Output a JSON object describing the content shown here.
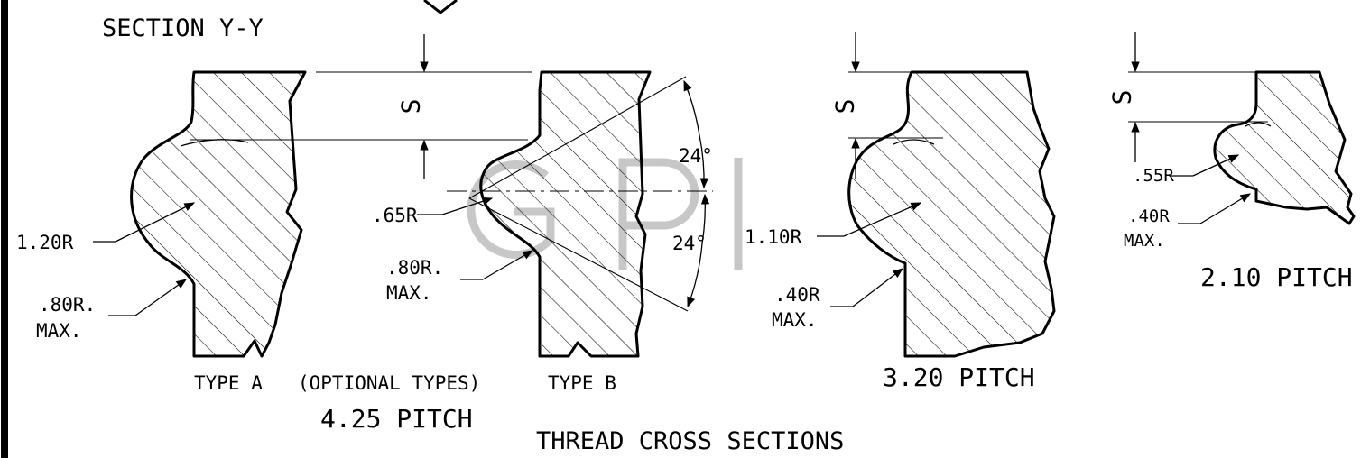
{
  "section_title": "SECTION Y-Y",
  "dimension_symbol": "S",
  "angle_label": "24°",
  "watermark": "GPI",
  "profiles": {
    "type_a": {
      "type_label": "TYPE A",
      "crest_radius": "1.20R",
      "root_radius_line1": ".80R.",
      "root_radius_line2": "MAX."
    },
    "optional_label": "(OPTIONAL TYPES)",
    "type_b": {
      "type_label": "TYPE B",
      "crest_radius": ".65R",
      "root_radius_line1": ".80R.",
      "root_radius_line2": "MAX."
    },
    "pitch_425": "4.25 PITCH",
    "pitch_320": {
      "pitch": "3.20 PITCH",
      "crest_radius": "1.10R",
      "root_radius_line1": ".40R",
      "root_radius_line2": "MAX."
    },
    "pitch_210": {
      "pitch": "2.10 PITCH",
      "crest_radius": ".55R",
      "root_radius_line1": ".40R",
      "root_radius_line2": "MAX."
    }
  },
  "drawing_title": "THREAD CROSS SECTIONS"
}
